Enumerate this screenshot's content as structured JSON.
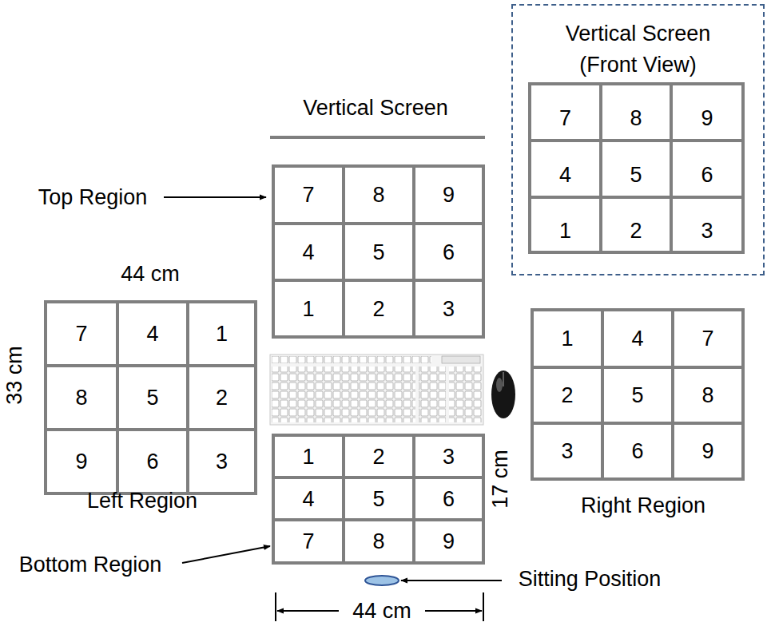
{
  "diagram": {
    "nodes": [
      {
        "text": [
          "Vertical Screen (Front View)"
        ]
      },
      {
        "text": [
          "7"
        ],
        "in": 0
      },
      {
        "text": [
          "8"
        ],
        "in": 0
      },
      {
        "text": [
          "9"
        ],
        "in": 0
      },
      {
        "text": [
          "4"
        ],
        "in": 0
      },
      {
        "text": [
          "5"
        ],
        "in": 0
      },
      {
        "text": [
          "6"
        ],
        "in": 0
      },
      {
        "text": [
          "1"
        ],
        "in": 0
      },
      {
        "text": [
          "2"
        ],
        "in": 0
      },
      {
        "text": [
          "3"
        ],
        "in": 0
      },
      {
        "text": [
          "7"
        ]
      },
      {
        "text": [
          "8"
        ]
      },
      {
        "text": [
          "9"
        ]
      },
      {
        "text": [
          "4"
        ]
      },
      {
        "text": [
          "5"
        ]
      },
      {
        "text": [
          "6"
        ]
      },
      {
        "text": [
          "1"
        ]
      },
      {
        "text": [
          "2"
        ]
      },
      {
        "text": [
          "3"
        ]
      },
      {
        "text": [
          "7"
        ]
      },
      {
        "text": [
          "4"
        ]
      },
      {
        "text": [
          "1"
        ]
      },
      {
        "text": [
          "8"
        ]
      },
      {
        "text": [
          "5"
        ]
      },
      {
        "text": [
          "2"
        ]
      },
      {
        "text": [
          "9"
        ]
      },
      {
        "text": [
          "6"
        ]
      },
      {
        "text": [
          "3"
        ]
      },
      {
        "text": [
          "1"
        ]
      },
      {
        "text": [
          "4"
        ]
      },
      {
        "text": [
          "7"
        ]
      },
      {
        "text": [
          "2"
        ]
      },
      {
        "text": [
          "5"
        ]
      },
      {
        "text": [
          "8"
        ]
      },
      {
        "text": [
          "3"
        ]
      },
      {
        "text": [
          "6"
        ]
      },
      {
        "text": [
          "9"
        ]
      },
      {
        "text": [
          "1"
        ]
      },
      {
        "text": [
          "2"
        ]
      },
      {
        "text": [
          "3"
        ]
      },
      {
        "text": [
          "4"
        ]
      },
      {
        "text": [
          "5"
        ]
      },
      {
        "text": [
          "6"
        ]
      },
      {
        "text": [
          "7"
        ]
      },
      {
        "text": [
          "8"
        ]
      },
      {
        "text": [
          "9"
        ]
      }
    ],
    "labels": [
      "Vertical Screen",
      "Top Region",
      "44 cm",
      "33 cm",
      "Left Region",
      "Right Region",
      "17 cm",
      "Bottom Region",
      "Sitting Position",
      "44 cm"
    ]
  }
}
